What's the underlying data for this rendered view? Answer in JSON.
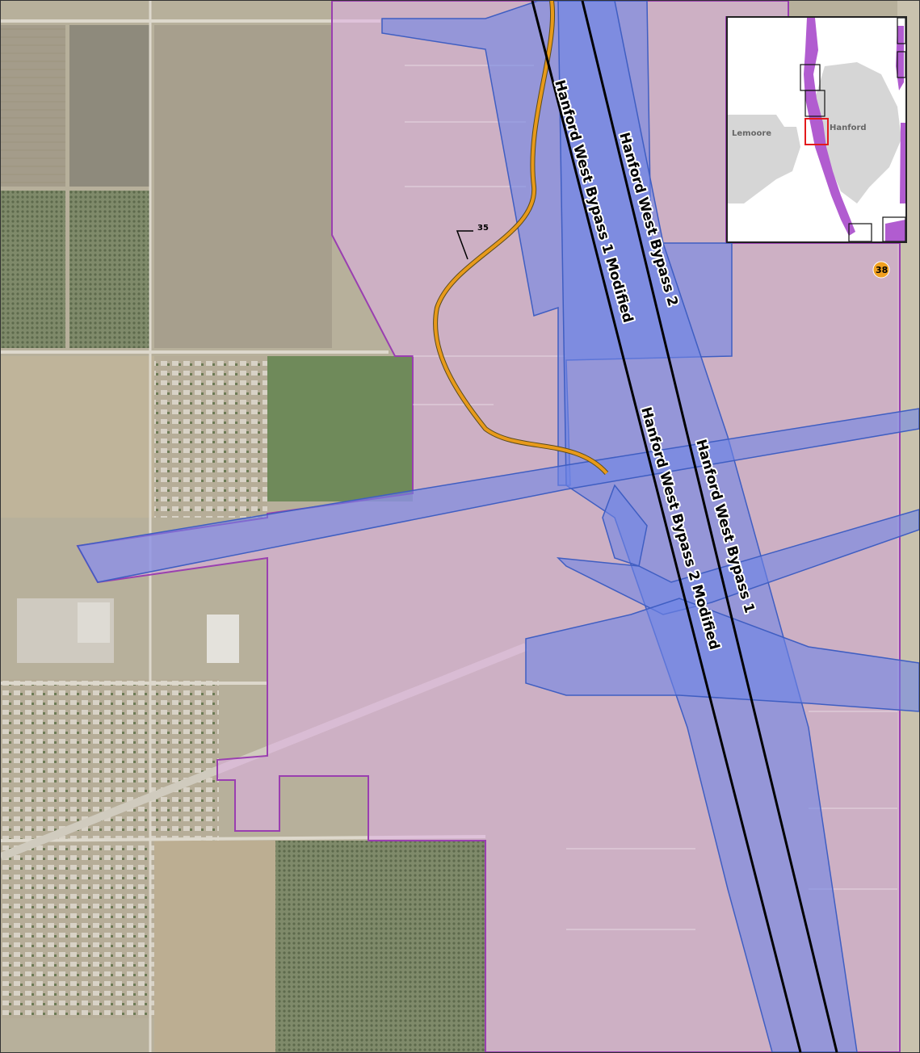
{
  "map": {
    "route_labels": {
      "hwb1_modified": "Hanford West Bypass 1 Modified",
      "hwb2": "Hanford West Bypass 2",
      "hwb2_modified": "Hanford West Bypass 2 Modified",
      "hwb1": "Hanford West Bypass 1"
    },
    "callout_label": "35",
    "marker_label": "38"
  },
  "inset": {
    "city_labels": {
      "lemoore": "Lemoore",
      "hanford": "Hanford"
    }
  },
  "colors": {
    "study_area_fill": "#e3b4e8",
    "study_area_outline": "#9a3fb0",
    "footprint_fill": "#7a8de6",
    "footprint_outline": "#3f5ec2",
    "alignment_line": "#000000",
    "orange_route": "#e89a1a",
    "marker_fill": "#f0a020",
    "inset_purple": "#b15cd0",
    "inset_gray": "#d6d6d6",
    "inset_red": "#e31a1c"
  }
}
